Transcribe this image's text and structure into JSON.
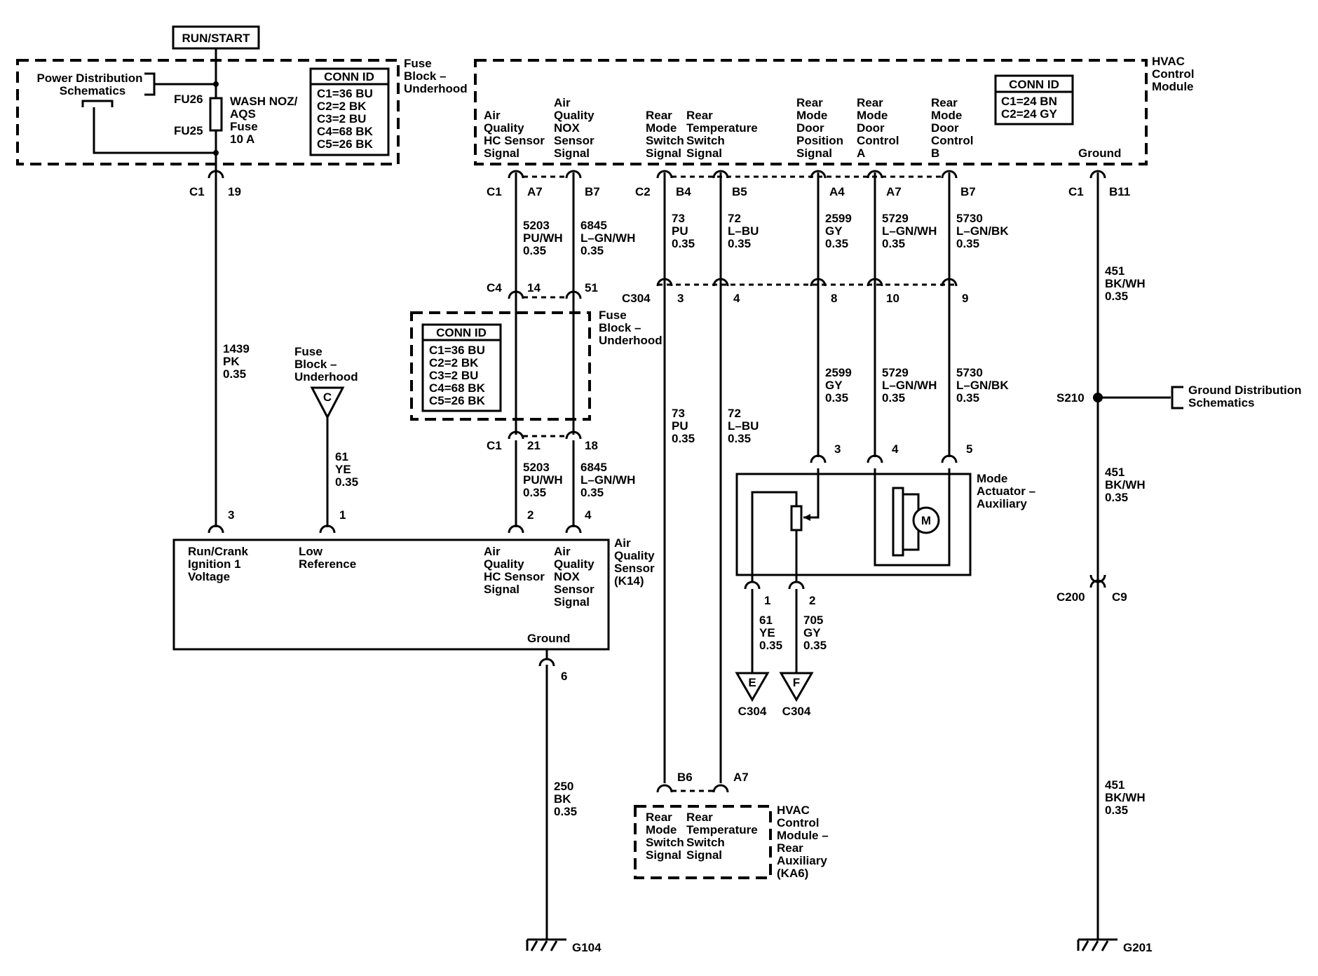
{
  "top_label": "RUN/START",
  "fuse_block": {
    "name": [
      "Fuse",
      "Block –",
      "Underhood"
    ],
    "power_dist": [
      "Power Distribution",
      "Schematics"
    ],
    "fu26": "FU26",
    "fu25": "FU25",
    "fuse_label": [
      "WASH NOZ/",
      "AQS",
      "Fuse",
      "10 A"
    ],
    "conn_id_title": "CONN ID",
    "conn_ids": [
      "C1=36 BU",
      "C2=2 BK",
      "C3=2 BU",
      "C4=68 BK",
      "C5=26 BK"
    ],
    "c1": "C1",
    "pin19": "19"
  },
  "hvac": {
    "name": [
      "HVAC",
      "Control",
      "Module"
    ],
    "conn_id_title": "CONN ID",
    "conn_ids": [
      "C1=24 BN",
      "C2=24 GY"
    ],
    "signals": {
      "aq_hc": [
        "Air",
        "Quality",
        "HC Sensor",
        "Signal"
      ],
      "aq_nox": [
        "Air",
        "Quality",
        "NOX",
        "Sensor",
        "Signal"
      ],
      "rear_mode_sw": [
        "Rear",
        "Mode",
        "Switch",
        "Signal"
      ],
      "rear_temp_sw": [
        "Rear",
        "Temperature",
        "Switch",
        "Signal"
      ],
      "rear_mode_pos": [
        "Rear",
        "Mode",
        "Door",
        "Position",
        "Signal"
      ],
      "rear_mode_a": [
        "Rear",
        "Mode",
        "Door",
        "Control",
        "A"
      ],
      "rear_mode_b": [
        "Rear",
        "Mode",
        "Door",
        "Control",
        "B"
      ],
      "ground": "Ground"
    },
    "pins": {
      "c1_a": "C1",
      "a7": "A7",
      "b7": "B7",
      "c2": "C2",
      "b4": "B4",
      "b5": "B5",
      "a4": "A4",
      "a7b": "A7",
      "b7b": "B7",
      "c1_b": "C1",
      "b11": "B11"
    }
  },
  "wires": {
    "w1439": [
      "1439",
      "PK",
      "0.35"
    ],
    "w61": [
      "61",
      "YE",
      "0.35"
    ],
    "w5203": [
      "5203",
      "PU/WH",
      "0.35"
    ],
    "w6845": [
      "6845",
      "L–GN/WH",
      "0.35"
    ],
    "w73": [
      "73",
      "PU",
      "0.35"
    ],
    "w72": [
      "72",
      "L–BU",
      "0.35"
    ],
    "w2599": [
      "2599",
      "GY",
      "0.35"
    ],
    "w5729": [
      "5729",
      "L–GN/WH",
      "0.35"
    ],
    "w5730": [
      "5730",
      "L–GN/BK",
      "0.35"
    ],
    "w451": [
      "451",
      "BK/WH",
      "0.35"
    ],
    "w250": [
      "250",
      "BK",
      "0.35"
    ],
    "w705": [
      "705",
      "GY",
      "0.35"
    ]
  },
  "c4": {
    "label": "C4",
    "p14": "14",
    "p51": "51"
  },
  "c304": {
    "label": "C304",
    "p3": "3",
    "p4": "4",
    "p8": "8",
    "p10": "10",
    "p9": "9"
  },
  "c1b": {
    "label": "C1",
    "p21": "21",
    "p18": "18"
  },
  "fuse_block2": {
    "name": [
      "Fuse",
      "Block –",
      "Underhood"
    ],
    "conn_id_title": "CONN ID",
    "conn_ids": [
      "C1=36 BU",
      "C2=2 BK",
      "C3=2 BU",
      "C4=68 BK",
      "C5=26 BK"
    ]
  },
  "fb_ref": {
    "name": [
      "Fuse",
      "Block –",
      "Underhood"
    ],
    "letter": "C"
  },
  "sensor": {
    "name": [
      "Air",
      "Quality",
      "Sensor",
      "(K14)"
    ],
    "pins": {
      "p3": "3",
      "p1": "1",
      "p2": "2",
      "p4": "4",
      "p6": "6"
    },
    "run_crank": [
      "Run/Crank",
      "Ignition 1",
      "Voltage"
    ],
    "low_ref": [
      "Low",
      "Reference"
    ],
    "hc": [
      "Air",
      "Quality",
      "HC Sensor",
      "Signal"
    ],
    "nox": [
      "Air",
      "Quality",
      "NOX",
      "Sensor",
      "Signal"
    ],
    "ground": "Ground"
  },
  "actuator": {
    "name": [
      "Mode",
      "Actuator –",
      "Auxiliary"
    ],
    "pins": {
      "p3": "3",
      "p4": "4",
      "p5": "5",
      "p1": "1",
      "p2": "2"
    },
    "motor": "M"
  },
  "refs": {
    "e": "E",
    "f": "F",
    "c304_e": "C304",
    "c304_f": "C304"
  },
  "rear_aux": {
    "name": [
      "HVAC",
      "Control",
      "Module –",
      "Rear",
      "Auxiliary",
      "(KA6)"
    ],
    "pins": {
      "b6": "B6",
      "a7": "A7"
    },
    "mode_sw": [
      "Rear",
      "Mode",
      "Switch",
      "Signal"
    ],
    "temp_sw": [
      "Rear",
      "Temperature",
      "Switch",
      "Signal"
    ]
  },
  "s210": "S210",
  "ground_dist": [
    "Ground Distribution",
    "Schematics"
  ],
  "c200": {
    "left": "C200",
    "right": "C9"
  },
  "g104": "G104",
  "g201": "G201"
}
